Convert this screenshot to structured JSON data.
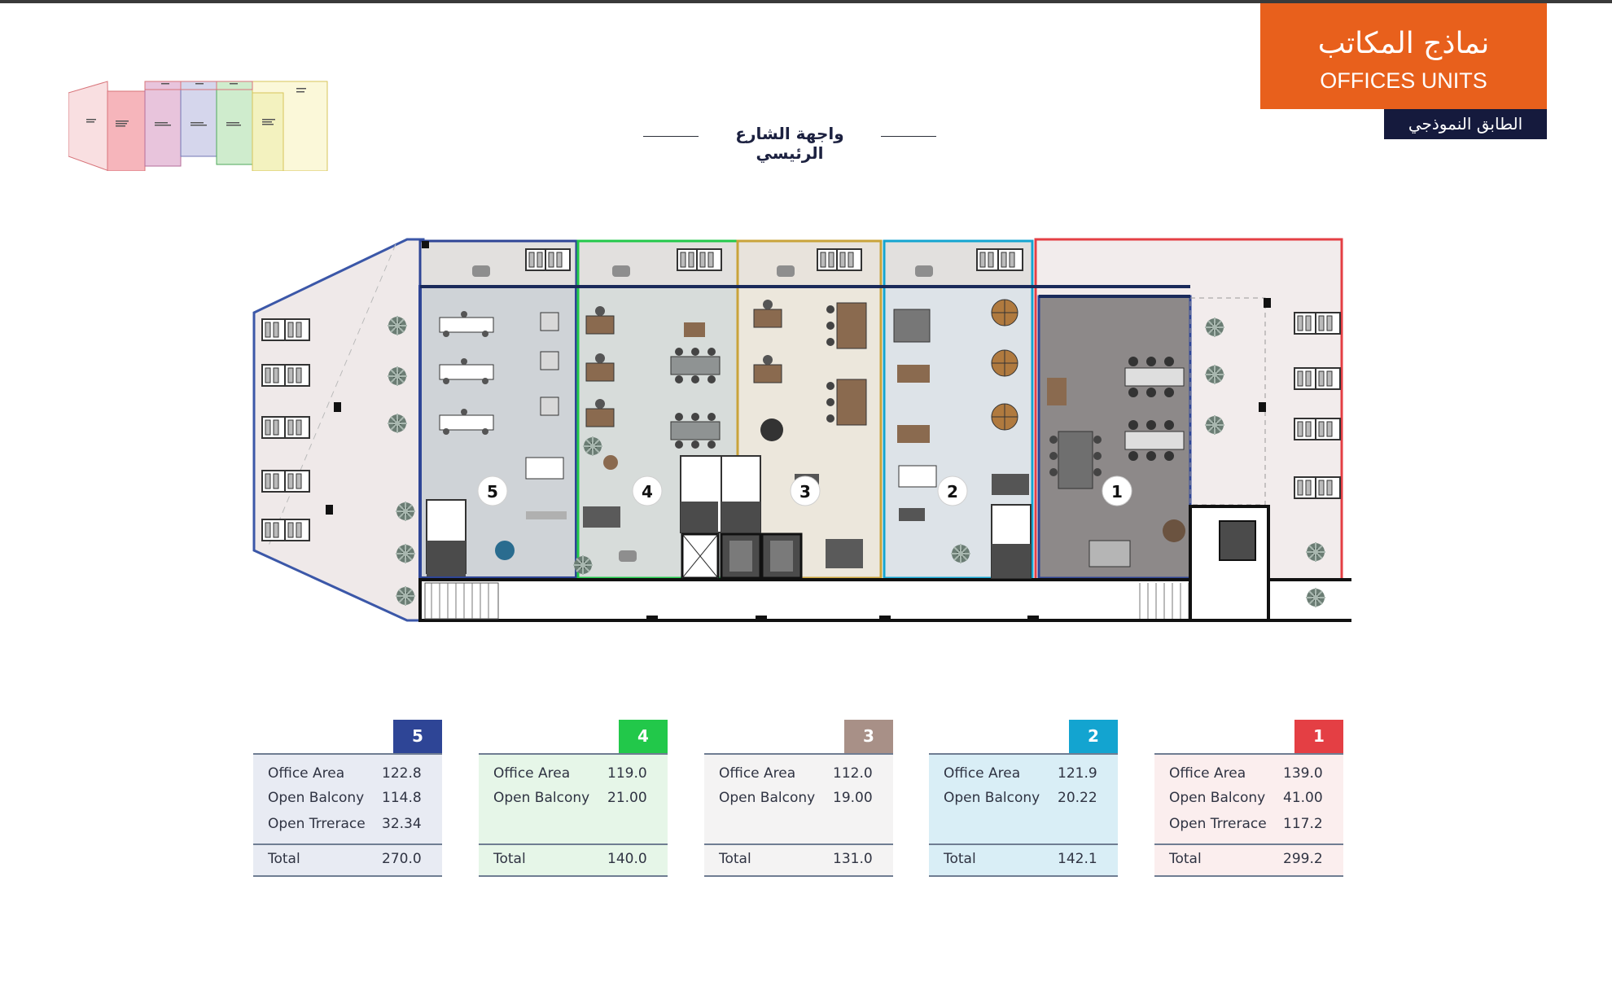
{
  "header": {
    "title_ar": "نماذج المكاتب",
    "title_en": "OFFICES UNITS",
    "floor_label": "الطابق النموذجي",
    "street_label": "واجهة الشارع الرئيسي"
  },
  "colors": {
    "brand_orange": "#e8601c",
    "navy": "#151a3d",
    "unit_5": "#2e4596",
    "unit_4": "#22c84a",
    "unit_3": "#a89087",
    "unit_2": "#13a4d0",
    "unit_1": "#e43f44"
  },
  "plan": {
    "unit_markers": [
      "5",
      "4",
      "3",
      "2",
      "1"
    ]
  },
  "units": [
    {
      "number": "5",
      "rows": [
        {
          "label": "Office Area",
          "value": "122.8"
        },
        {
          "label": "Open Balcony",
          "value": "114.8"
        },
        {
          "label": "Open Trrerace",
          "value": "32.34"
        }
      ],
      "total_label": "Total",
      "total_value": "270.0"
    },
    {
      "number": "4",
      "rows": [
        {
          "label": "Office Area",
          "value": "119.0"
        },
        {
          "label": "Open Balcony",
          "value": "21.00"
        }
      ],
      "total_label": "Total",
      "total_value": "140.0"
    },
    {
      "number": "3",
      "rows": [
        {
          "label": "Office Area",
          "value": "112.0"
        },
        {
          "label": "Open Balcony",
          "value": "19.00"
        }
      ],
      "total_label": "Total",
      "total_value": "131.0"
    },
    {
      "number": "2",
      "rows": [
        {
          "label": "Office Area",
          "value": "121.9"
        },
        {
          "label": "Open Balcony",
          "value": "20.22"
        }
      ],
      "total_label": "Total",
      "total_value": "142.1"
    },
    {
      "number": "1",
      "rows": [
        {
          "label": "Office Area",
          "value": "139.0"
        },
        {
          "label": "Open Balcony",
          "value": "41.00"
        },
        {
          "label": "Open Trrerace",
          "value": "117.2"
        }
      ],
      "total_label": "Total",
      "total_value": "299.2"
    }
  ]
}
